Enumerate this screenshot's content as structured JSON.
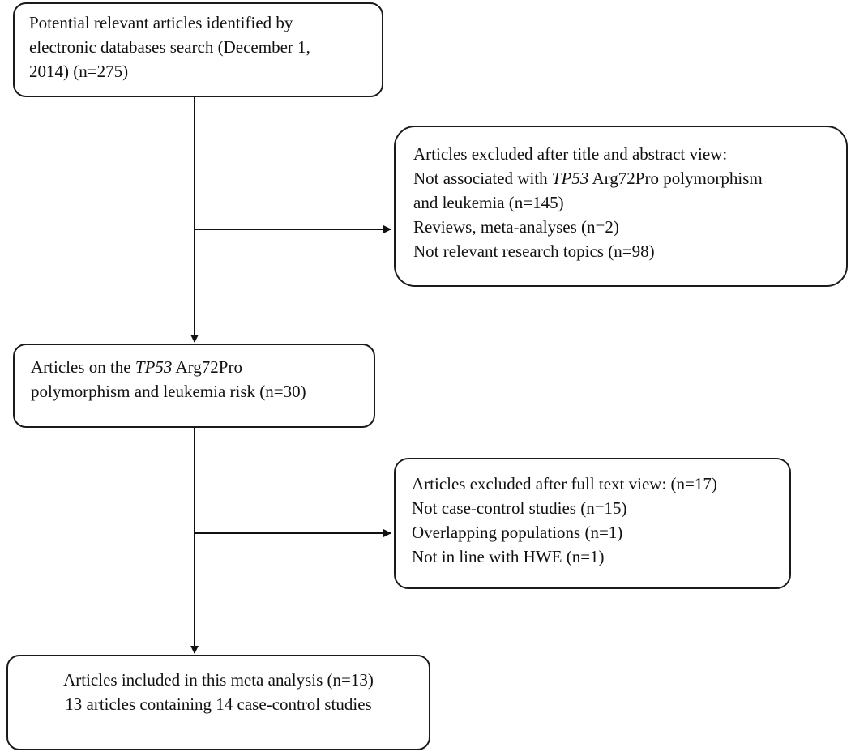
{
  "boxes": {
    "search": {
      "lines": [
        "Potential relevant articles identified by",
        "electronic databases search (December 1,",
        "2014) (n=275)"
      ]
    },
    "excluded_title_abstract": {
      "heading": "Articles excluded after title and abstract view:",
      "items": [
        {
          "pre": "Not associated with ",
          "gene": "TP53",
          "post": " Arg72Pro polymorphism"
        },
        {
          "pre": "and leukemia (n=145)",
          "gene": "",
          "post": ""
        },
        {
          "pre": "Reviews, meta-analyses (n=2)",
          "gene": "",
          "post": ""
        },
        {
          "pre": "Not relevant research topics (n=98)",
          "gene": "",
          "post": ""
        }
      ]
    },
    "articles_on_topic": {
      "line1_pre": "Articles on the ",
      "line1_gene": "TP53",
      "line1_post": " Arg72Pro",
      "line2": "polymorphism and leukemia risk (n=30)"
    },
    "excluded_full_text": {
      "heading": "Articles excluded after full text view: (n=17)",
      "items": [
        "Not case-control studies (n=15)",
        "Overlapping populations (n=1)",
        "Not in line with HWE (n=1)"
      ]
    },
    "included": {
      "lines": [
        "Articles included in this meta analysis (n=13)",
        "13 articles containing 14 case-control studies"
      ]
    }
  },
  "colors": {
    "stroke": "#1a1a1a",
    "text": "#111111",
    "background": "#ffffff"
  }
}
